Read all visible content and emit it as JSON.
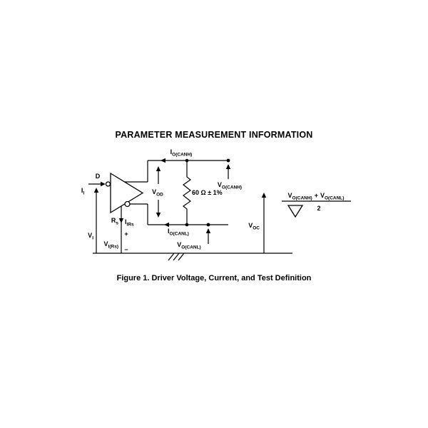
{
  "page": {
    "title": "PARAMETER MEASUREMENT INFORMATION",
    "caption": "Figure 1. Driver Voltage, Current, and Test Definition"
  },
  "circuit": {
    "input_pin": "D",
    "input_current": {
      "base": "I",
      "sub": "I"
    },
    "input_voltage": {
      "base": "V",
      "sub": "I"
    },
    "rs_pin": {
      "base": "R",
      "sub": "s"
    },
    "rs_current": {
      "base": "I",
      "sub": "IRs"
    },
    "rs_voltage": {
      "base": "V",
      "sub": "I(Rs)"
    },
    "plus": "+",
    "minus": "−",
    "canh_current": {
      "base": "I",
      "sub": "O(CANH)"
    },
    "canh_voltage": {
      "base": "V",
      "sub": "O(CANH)"
    },
    "canl_current": {
      "base": "I",
      "sub": "O(CANL)"
    },
    "canl_voltage": {
      "base": "V",
      "sub": "O(CANL)"
    },
    "diff_voltage": {
      "base": "V",
      "sub": "OD"
    },
    "common_voltage": {
      "base": "V",
      "sub": "OC"
    },
    "resistor_value": "60 Ω ± 1%",
    "formula": {
      "num_v1": {
        "base": "V",
        "sub": "O(CANH)"
      },
      "plus": "+",
      "num_v2": {
        "base": "V",
        "sub": "O(CANL)"
      },
      "denominator": "2"
    }
  },
  "colors": {
    "ink": "#000000",
    "background": "#ffffff"
  }
}
